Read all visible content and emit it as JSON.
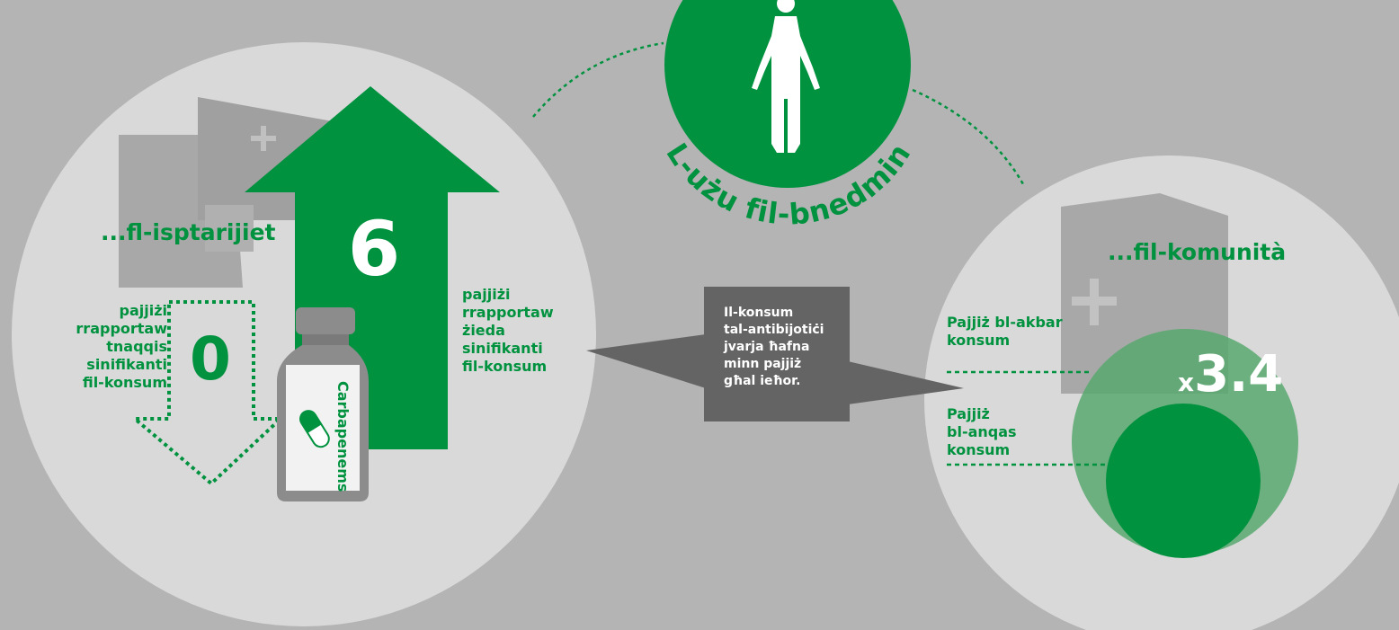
{
  "human": {
    "title": "L-użu fil-bnedmin"
  },
  "hospitals": {
    "title": "...fl-isptarijiet",
    "increase": {
      "count": "6",
      "label": "pajjiżi\nrrapportaw\nżieda\nsinifikanti\nfil-konsum"
    },
    "decrease": {
      "count": "0",
      "label": "pajjiżi\nrrapportaw\ntnaqqis\nsinifikanti\nfil-konsum"
    },
    "bottle_label": "Carbapenems"
  },
  "callout": {
    "text": "Il-konsum\ntal-antibijotiċi\njvarja ħafna\nminn pajjiż\ngħal ieħor."
  },
  "community": {
    "title": "...fil-komunità",
    "highest_label": "Pajjiż bl-akbar\nkonsum",
    "lowest_label": "Pajjiż\nbl-anqas\nkonsum",
    "ratio_prefix": "x",
    "ratio_value": "3.4"
  },
  "colors": {
    "background": "#b4b4b4",
    "panel": "#d9d9d9",
    "brand_green": "#00923f",
    "light_green": "#58a86e",
    "callout_grey": "#646464",
    "icon_grey": "#a8a8a8"
  }
}
